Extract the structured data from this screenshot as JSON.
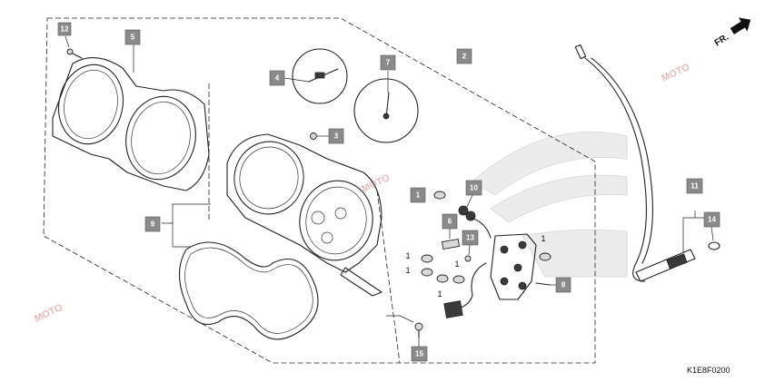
{
  "diagram_code": "K1E8F0200",
  "direction_marker": {
    "label": "FR.",
    "icon": "front-arrow-icon"
  },
  "callouts": [
    {
      "id": "c12",
      "label": "12"
    },
    {
      "id": "c5",
      "label": "5"
    },
    {
      "id": "c4",
      "label": "4"
    },
    {
      "id": "c7",
      "label": "7"
    },
    {
      "id": "c2",
      "label": "2"
    },
    {
      "id": "c3",
      "label": "3"
    },
    {
      "id": "c1",
      "label": "1"
    },
    {
      "id": "c10",
      "label": "10"
    },
    {
      "id": "c6",
      "label": "6"
    },
    {
      "id": "c13",
      "label": "13"
    },
    {
      "id": "c9",
      "label": "9"
    },
    {
      "id": "c8",
      "label": "8"
    },
    {
      "id": "c11",
      "label": "11"
    },
    {
      "id": "c14",
      "label": "14"
    },
    {
      "id": "c15",
      "label": "15"
    }
  ],
  "plain_labels": [
    {
      "id": "p1a",
      "label": "1"
    },
    {
      "id": "p1b",
      "label": "1"
    },
    {
      "id": "p1c",
      "label": "1"
    },
    {
      "id": "p1d",
      "label": "1"
    },
    {
      "id": "p1e",
      "label": "1"
    }
  ],
  "watermark": "MOTO"
}
